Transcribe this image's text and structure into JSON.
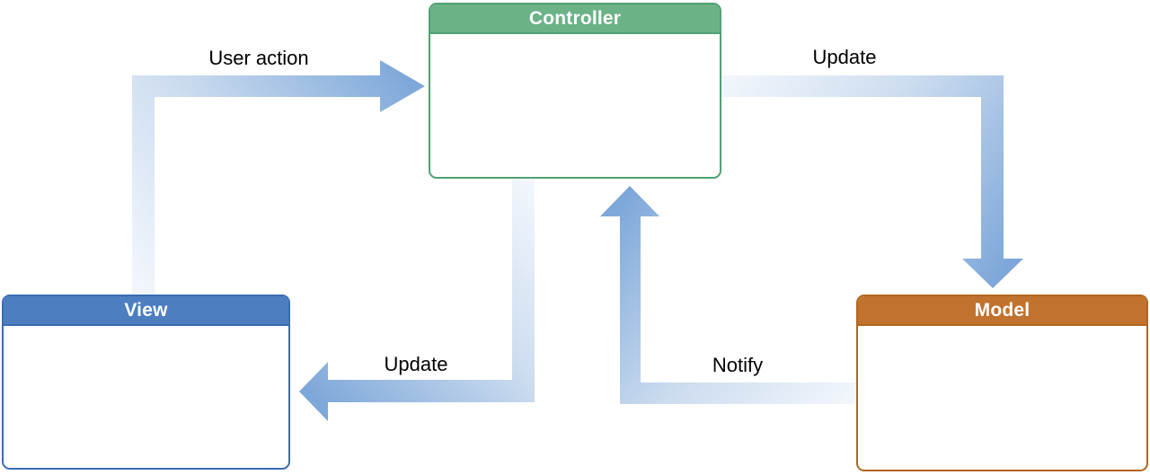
{
  "diagram": {
    "type": "mvc-pattern",
    "background_color": "#ffffff",
    "boxes": {
      "controller": {
        "label": "Controller",
        "header_color": "#6bb287",
        "border_color": "#4fa173",
        "text_color": "#ffffff"
      },
      "view": {
        "label": "View",
        "header_color": "#4c7ec0",
        "border_color": "#3a6cb5",
        "text_color": "#ffffff"
      },
      "model": {
        "label": "Model",
        "header_color": "#c1722f",
        "border_color": "#b2661f",
        "text_color": "#ffffff"
      }
    },
    "arrows": [
      {
        "label": "User action",
        "from": "view",
        "to": "controller"
      },
      {
        "label": "Update",
        "from": "controller",
        "to": "model"
      },
      {
        "label": "Update",
        "from": "controller",
        "to": "view"
      },
      {
        "label": "Notify",
        "from": "model",
        "to": "controller"
      }
    ],
    "arrow_gradient": {
      "light": "#f2f6fc",
      "mid": "#ccdcef",
      "dark": "#7da7d9"
    },
    "label_text_color": "#000000"
  }
}
